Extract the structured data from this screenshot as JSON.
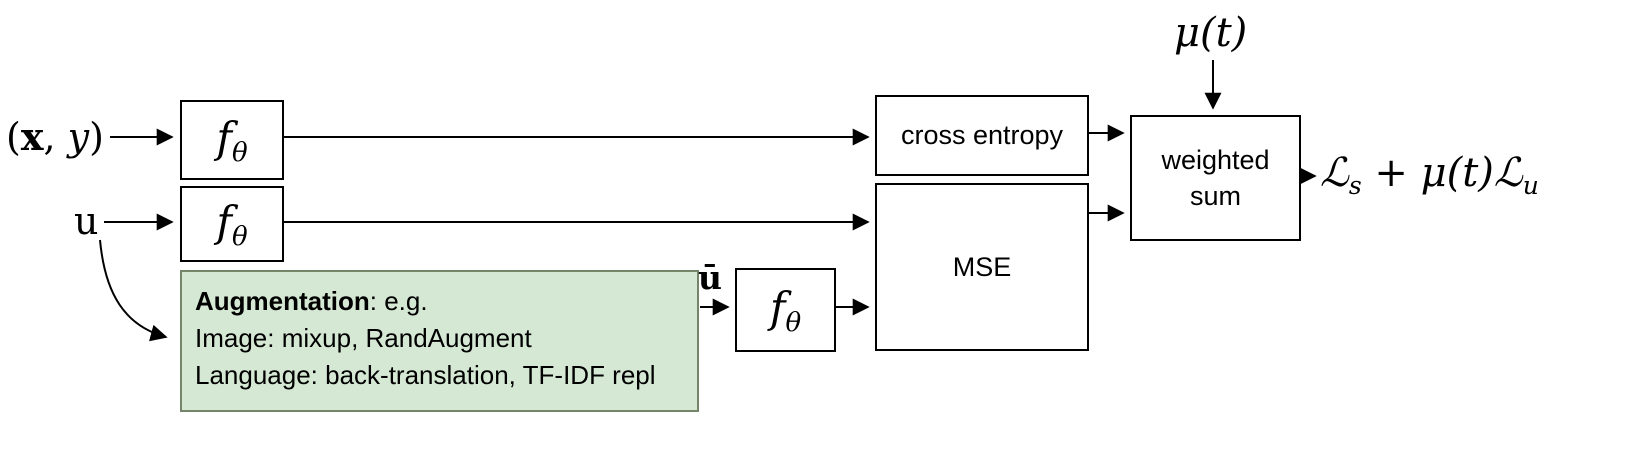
{
  "labels": {
    "labeled_input": {
      "open": "(",
      "x": "x",
      "sep": ", ",
      "y": "y",
      "close": ")"
    },
    "unlabeled_input": "u",
    "augmented_input": "ū",
    "mu_t": "μ(t)",
    "output": {
      "L1": "ℒ",
      "sub1": "s",
      "plus": " + ",
      "mu": "μ(t)",
      "L2": "ℒ",
      "sub2": "u"
    }
  },
  "nodes": {
    "f_theta": {
      "base": "f",
      "sub": "θ"
    },
    "cross_entropy": "cross entropy",
    "mse": "MSE",
    "weighted_sum": {
      "line1": "weighted",
      "line2": "sum"
    }
  },
  "augmentation": {
    "title": "Augmentation",
    "title_suffix": ": e.g.",
    "line2": "Image: mixup, RandAugment",
    "line3": "Language: back-translation, TF-IDF repl"
  },
  "colors": {
    "background": "#ffffff",
    "box_border": "#000000",
    "arrow": "#000000",
    "augmentation_fill": "#d5e8d4",
    "augmentation_border": "#75856a"
  }
}
